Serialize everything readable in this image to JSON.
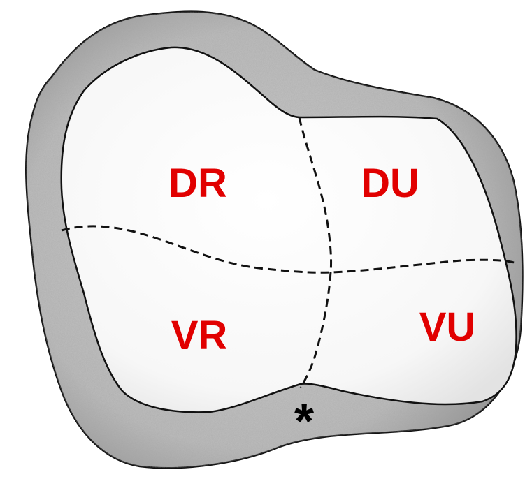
{
  "colors": {
    "label": "#e10000",
    "outline": "#111111",
    "surface": "#ffffff",
    "rim": "#b9b9b9",
    "rim_dark": "#8e8e8e",
    "asterisk": "#000000"
  },
  "quadrants": {
    "dr": "DR",
    "du": "DU",
    "vr": "VR",
    "vu": "VU"
  },
  "marker": {
    "asterisk": "*"
  }
}
